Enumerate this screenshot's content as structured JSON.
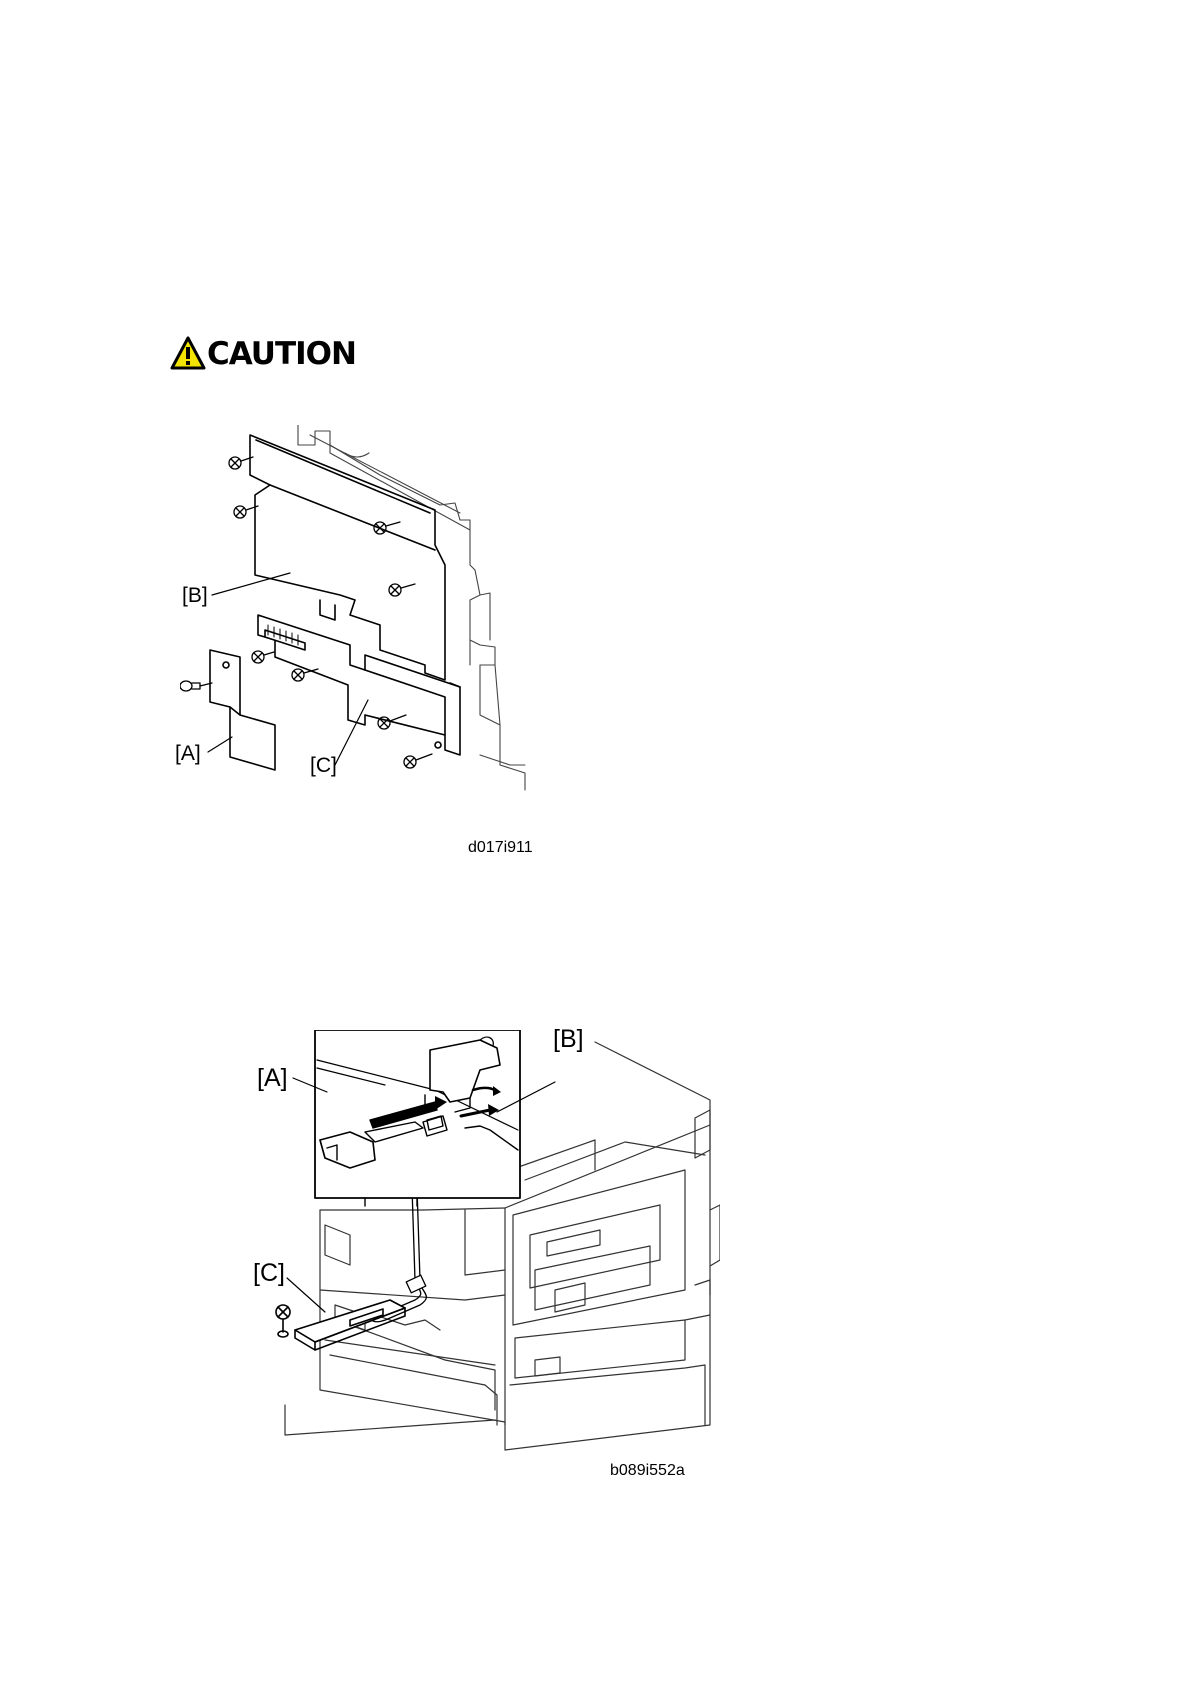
{
  "caution": {
    "text": "CAUTION",
    "icon": "warning-triangle-icon",
    "icon_color": "#f2e400"
  },
  "figure1": {
    "labels": {
      "a": "[A]",
      "b": "[B]",
      "c": "[C]"
    },
    "code": "d017i911"
  },
  "figure2": {
    "labels": {
      "a": "[A]",
      "b": "[B]",
      "c": "[C]"
    },
    "code": "b089i552a"
  }
}
